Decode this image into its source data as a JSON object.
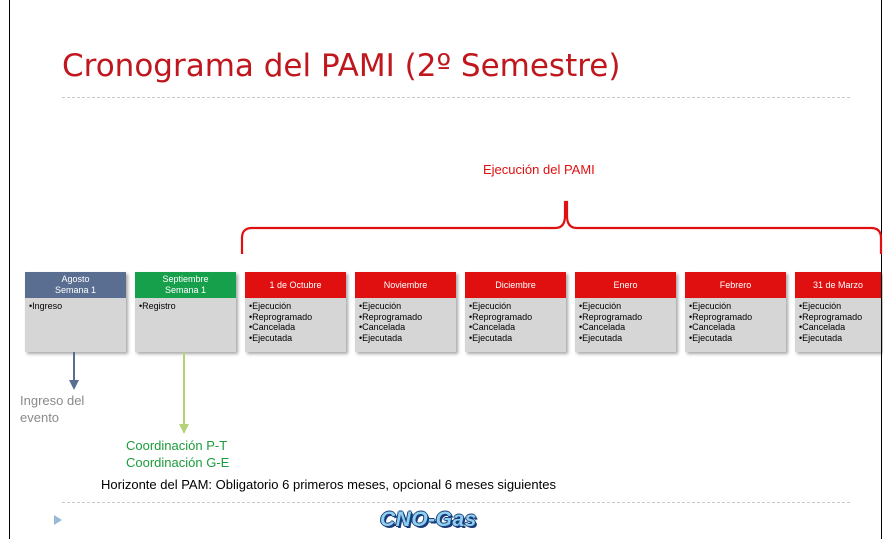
{
  "title": "Cronograma del PAMI (2º Semestre)",
  "execution_label": "Ejecución del PAMI",
  "colors": {
    "title": "#c0171f",
    "red": "#e01010",
    "gray_head": "#5a6e91",
    "green_head": "#17a04c",
    "green_text": "#1c9c3c"
  },
  "stages": [
    {
      "line1": "Agosto",
      "line2": "Semana 1",
      "items": [
        "•Ingreso"
      ]
    },
    {
      "line1": "Septiembre",
      "line2": "Semana 1",
      "items": [
        "•Registro"
      ]
    }
  ],
  "months": [
    {
      "label": "1 de Octubre",
      "items": [
        "•Ejecución",
        "•Reprogramado",
        "•Cancelada",
        "•Ejecutada"
      ]
    },
    {
      "label": "Noviembre",
      "items": [
        "•Ejecución",
        "•Reprogramado",
        "•Cancelada",
        "•Ejecutada"
      ]
    },
    {
      "label": "Diciembre",
      "items": [
        "•Ejecución",
        "•Reprogramado",
        "•Cancelada",
        "•Ejecutada"
      ]
    },
    {
      "label": "Enero",
      "items": [
        "•Ejecución",
        "•Reprogramado",
        "•Cancelada",
        "•Ejecutada"
      ]
    },
    {
      "label": "Febrero",
      "items": [
        "•Ejecución",
        "•Reprogramado",
        "•Cancelada",
        "•Ejecutada"
      ]
    },
    {
      "label": "31 de Marzo",
      "items": [
        "•Ejecución",
        "•Reprogramado",
        "•Cancelada",
        "•Ejecutada"
      ]
    }
  ],
  "notes": {
    "ingreso_line1": "Ingreso del",
    "ingreso_line2": "evento",
    "coord_line1": "Coordinación P-T",
    "coord_line2": "Coordinación G-E"
  },
  "horizon": "Horizonte del PAM: Obligatorio 6 primeros meses, opcional 6 meses siguientes",
  "footer": {
    "logo_text": "CNO-Gas",
    "nav_icon": "play-icon"
  }
}
